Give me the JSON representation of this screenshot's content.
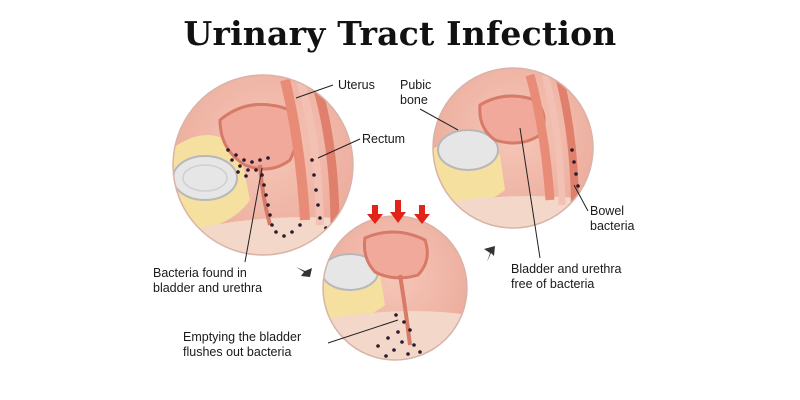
{
  "title": "Urinary Tract Infection",
  "labels": {
    "uterus": "Uterus",
    "rectum": "Rectum",
    "pubic_bone_1": "Pubic",
    "pubic_bone_2": "bone",
    "bowel_bacteria_1": "Bowel",
    "bowel_bacteria_2": "bacteria",
    "bacteria_found_1": "Bacteria found in",
    "bacteria_found_2": "bladder and urethra",
    "bladder_free_1": "Bladder and urethra",
    "bladder_free_2": "free of bacteria",
    "emptying_1": "Emptying the bladder",
    "emptying_2": "flushes out bacteria"
  },
  "colors": {
    "tissue": "#f2b7a8",
    "tissue_dark": "#e07b69",
    "fat": "#f6e3a6",
    "bone": "#e9e9ea",
    "bacteria": "#2a1a2e",
    "arrow_red": "#e2231a"
  }
}
